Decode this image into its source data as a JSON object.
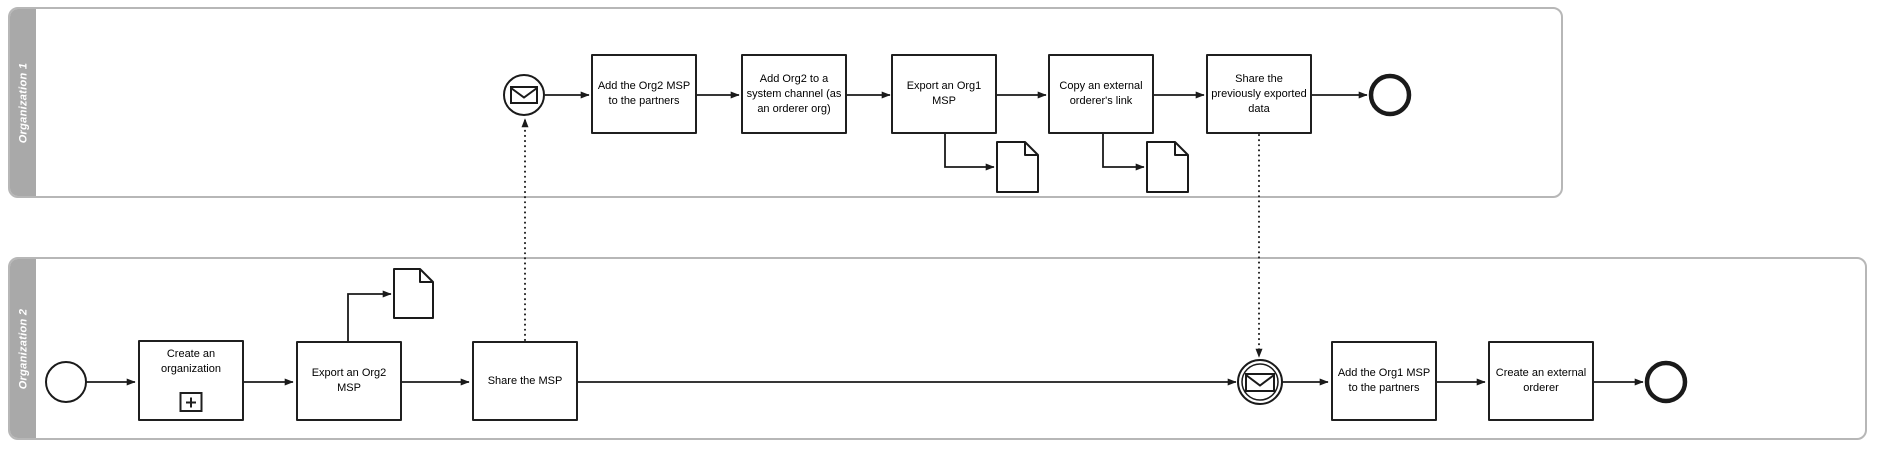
{
  "pools": [
    {
      "label": "Organization 1",
      "tasks": [
        {
          "label": "Add the Org2 MSP to the partners"
        },
        {
          "label": "Add Org2 to a system channel (as an orderer org)"
        },
        {
          "label": "Export an Org1 MSP"
        },
        {
          "label": "Copy an external orderer's link"
        },
        {
          "label": "Share the previously exported data"
        }
      ]
    },
    {
      "label": "Organization 2",
      "tasks": [
        {
          "label": "Create an organization"
        },
        {
          "label": "Export an Org2 MSP"
        },
        {
          "label": "Share the MSP"
        },
        {
          "label": "Add the Org1 MSP to the partners"
        },
        {
          "label": "Create an external orderer"
        }
      ]
    }
  ],
  "icons": {
    "message_start_event": "envelope-in-circle",
    "message_catch_event": "envelope-in-double-circle",
    "end_event": "thick-circle",
    "start_event": "thin-circle",
    "subprocess_marker": "plus-in-square",
    "data_object": "page-with-folded-corner"
  },
  "colors": {
    "lane_band": "#a9a9a9",
    "pool_border": "#b7b7b7",
    "shape_stroke": "#1a1a1a",
    "lane_label_text": "#ffffff",
    "task_text": "#000000",
    "background": "#ffffff"
  }
}
